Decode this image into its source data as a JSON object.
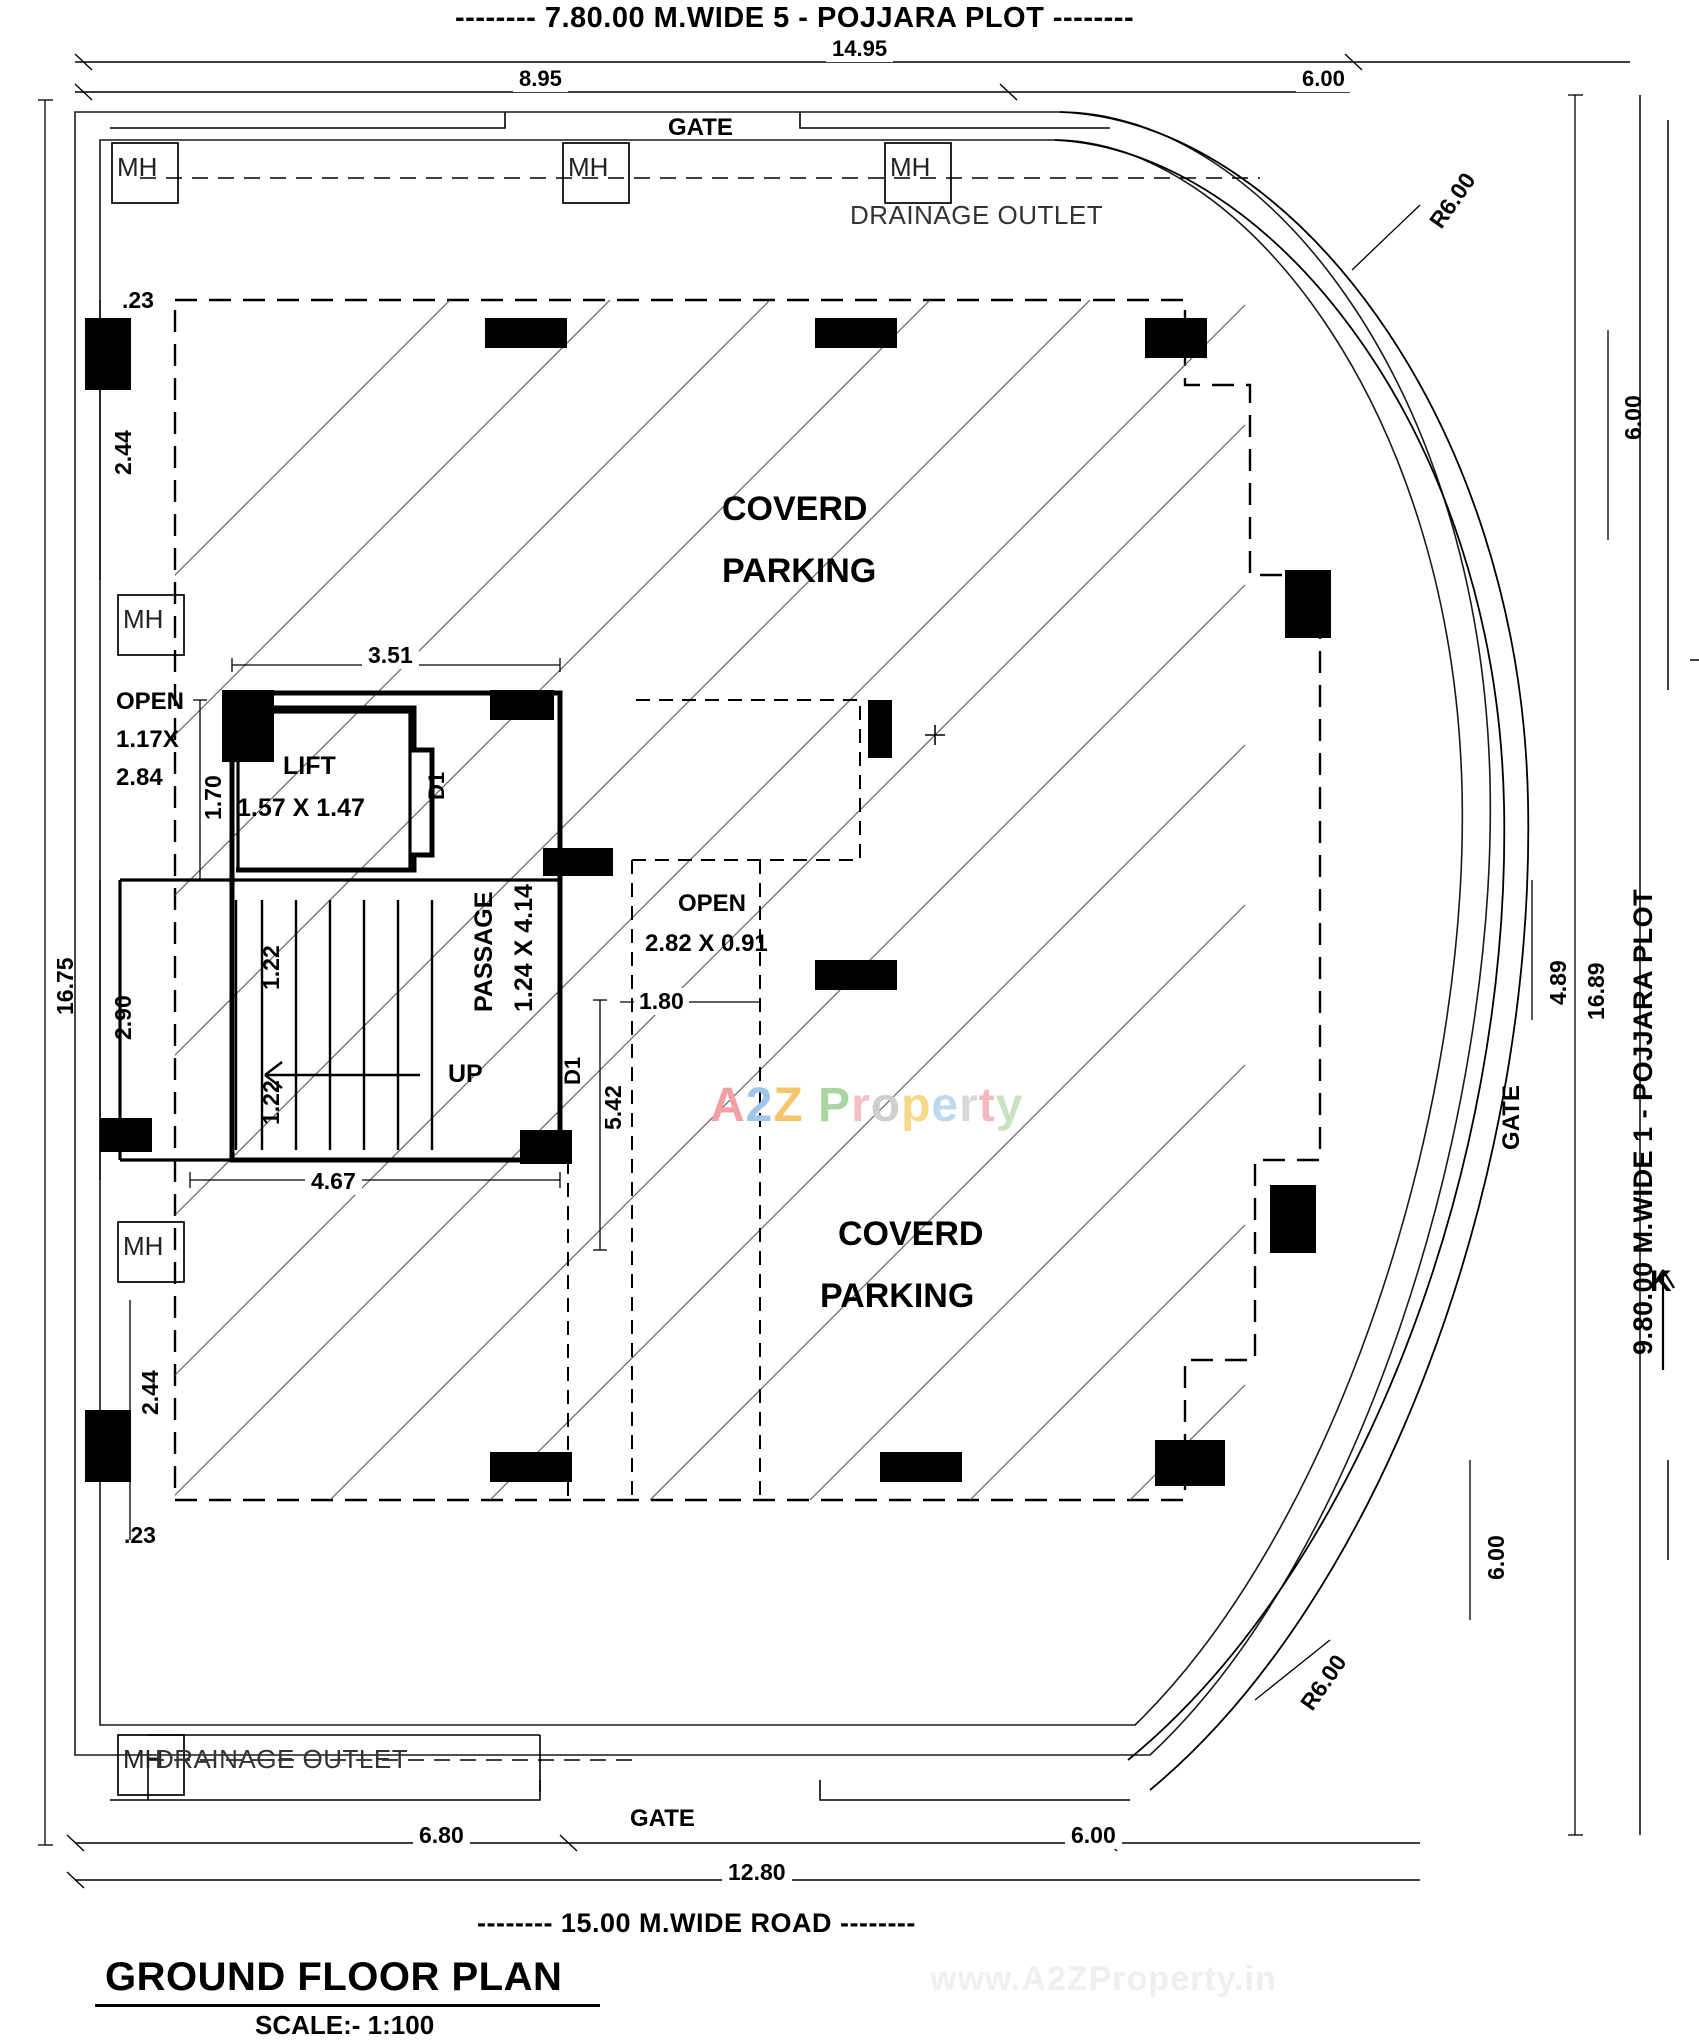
{
  "title": {
    "plan_title": "GROUND FLOOR PLAN",
    "scale": "SCALE:- 1:100"
  },
  "boundaries": {
    "top": "-------- 7.80.00 M.WIDE 5 - POJJARA PLOT --------",
    "bottom": "-------- 15.00 M.WIDE ROAD --------",
    "right": "9.80.00 M.WIDE 1 - POJJARA PLOT"
  },
  "rooms": [
    {
      "name": "COVERD",
      "name2": "PARKING"
    },
    {
      "name": "COVERD",
      "name2": "PARKING"
    },
    {
      "name": "LIFT",
      "size": "1.57 X 1.47"
    },
    {
      "name": "PASSAGE",
      "size": "1.24 X 4.14"
    },
    {
      "name": "OPEN",
      "size": "2.82 X 0.91"
    },
    {
      "name": "OPEN",
      "size_line1": "1.17X",
      "size_line2": "2.84"
    }
  ],
  "labels": {
    "gate": "GATE",
    "drainage_outlet": "DRAINAGE  OUTLET",
    "mh": "MH",
    "d1": "D1",
    "up": "UP",
    "north": "K"
  },
  "dimensions": {
    "top_outer": "14.95",
    "top_left": "8.95",
    "top_right": "6.00",
    "bottom_outer": "12.80",
    "bottom_left": "6.80",
    "bottom_right": "6.00",
    "left_total": "16.75",
    "left_a": "2.44",
    "left_b": "2.90",
    "left_c": "2.44",
    "left_d1": ".23",
    "left_d2": ".23",
    "right_total": "16.89",
    "right_a": "6.00",
    "right_b": "4.89",
    "right_c": "6.00",
    "lift_width": "3.51",
    "lift_height": "1.70",
    "stair_a": "1.22",
    "stair_b": "1.22",
    "stair_base": "4.67",
    "open_w": "1.80",
    "open_h": "5.42",
    "radius_top": "R6.00",
    "radius_bottom": "R6.00"
  },
  "watermarks": {
    "center": "A2Z Property",
    "bottom": "www.A2ZProperty.in"
  },
  "colors": {
    "ink": "#000000",
    "faint": "#555555",
    "wm_a": "#f2a0a8",
    "wm_2": "#9fc5e8",
    "wm_z": "#f6c76a",
    "wm_p": "#a8d5a0",
    "wm_grey": "#efefef"
  }
}
